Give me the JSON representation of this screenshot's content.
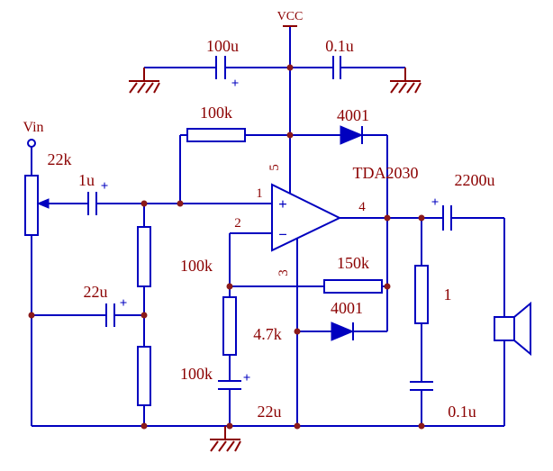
{
  "colors": {
    "wire": "#0000bf",
    "label": "#8b0000",
    "junction": "#8b1a1a",
    "ground": "#8b0000"
  },
  "power": {
    "vcc_label": "VCC"
  },
  "components": {
    "supply_bulk_cap": "100u",
    "supply_bypass_cap": "0.1u",
    "bias_top_resistor": "100k",
    "clamp_diode_top": "4001",
    "ic_label": "TDA2030",
    "input_label": "Vin",
    "input_pot": "22k",
    "input_cap": "1u",
    "bias_mid_resistor": "100k",
    "bias_filter_cap": "22u",
    "feedback_resistor": "150k",
    "clamp_diode_bottom": "4001",
    "feedback_gnd_resistor": "4.7k",
    "bias_bottom_resistor": "100k",
    "feedback_cap": "22u",
    "output_cap": "2200u",
    "zobel_resistor": "1",
    "zobel_cap": "0.1u"
  },
  "pins": {
    "p1": "1",
    "p2": "2",
    "p3": "3",
    "p4": "4",
    "p5": "5",
    "plus": "+",
    "minus": "−"
  },
  "marks": {
    "polarity": "+"
  }
}
